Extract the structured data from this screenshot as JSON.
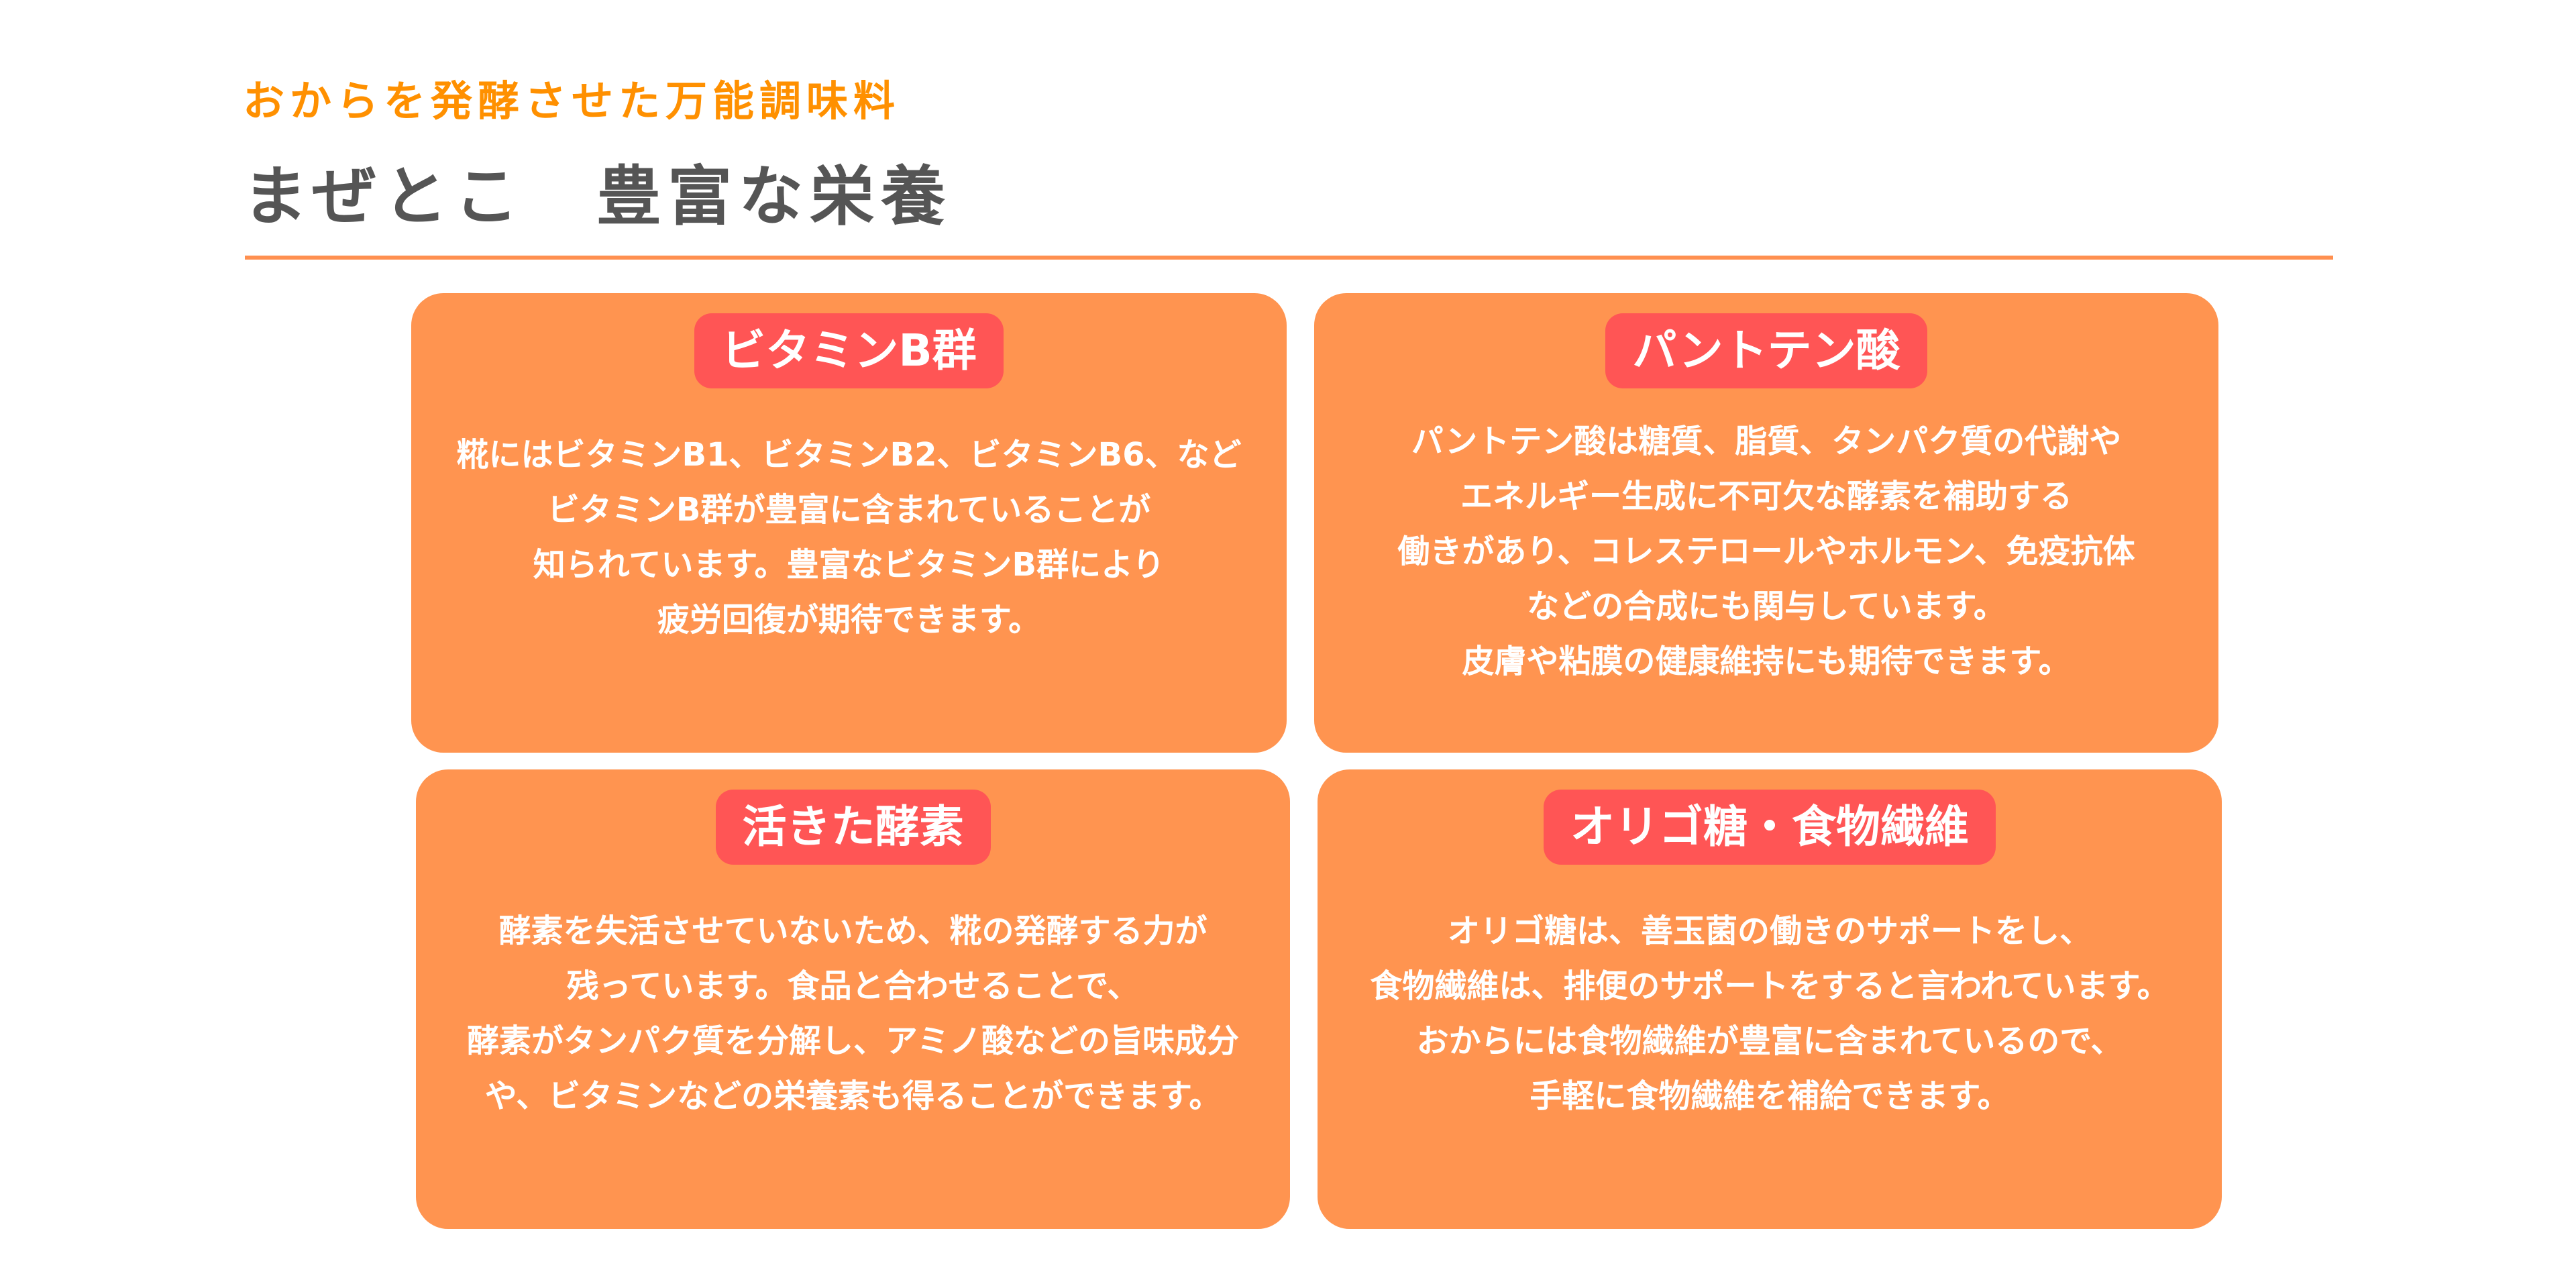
{
  "header": {
    "subtitle": "おからを発酵させた万能調味料",
    "title": "まぜとこ　豊富な栄養"
  },
  "cards": [
    {
      "title": "ビタミンB群",
      "lines": [
        "糀にはビタミンB1、ビタミンB2、ビタミンB6、など",
        "ビタミンB群が豊富に含まれていることが",
        "知られています。豊富なビタミンB群により",
        "疲労回復が期待できます。"
      ]
    },
    {
      "title": "パントテン酸",
      "lines": [
        "パントテン酸は糖質、脂質、タンパク質の代謝や",
        "エネルギー生成に不可欠な酵素を補助する",
        "働きがあり、コレステロールやホルモン、免疫抗体",
        "などの合成にも関与しています。",
        "皮膚や粘膜の健康維持にも期待できます。"
      ]
    },
    {
      "title": "活きた酵素",
      "lines": [
        "酵素を失活させていないため、糀の発酵する力が",
        "残っています。食品と合わせることで、",
        "酵素がタンパク質を分解し、アミノ酸などの旨味成分",
        "や、ビタミンなどの栄養素も得ることができます。"
      ]
    },
    {
      "title": "オリゴ糖・食物繊維",
      "lines": [
        "オリゴ糖は、善玉菌の働きのサポートをし、",
        "食物繊維は、排便のサポートをすると言われています。",
        "おからには食物繊維が豊富に含まれているので、",
        "手軽に食物繊維を補給できます。"
      ]
    }
  ],
  "colors": {
    "accent": "#ff9000",
    "card": "#ff9450",
    "badge": "#ff5555",
    "title": "#555555"
  }
}
